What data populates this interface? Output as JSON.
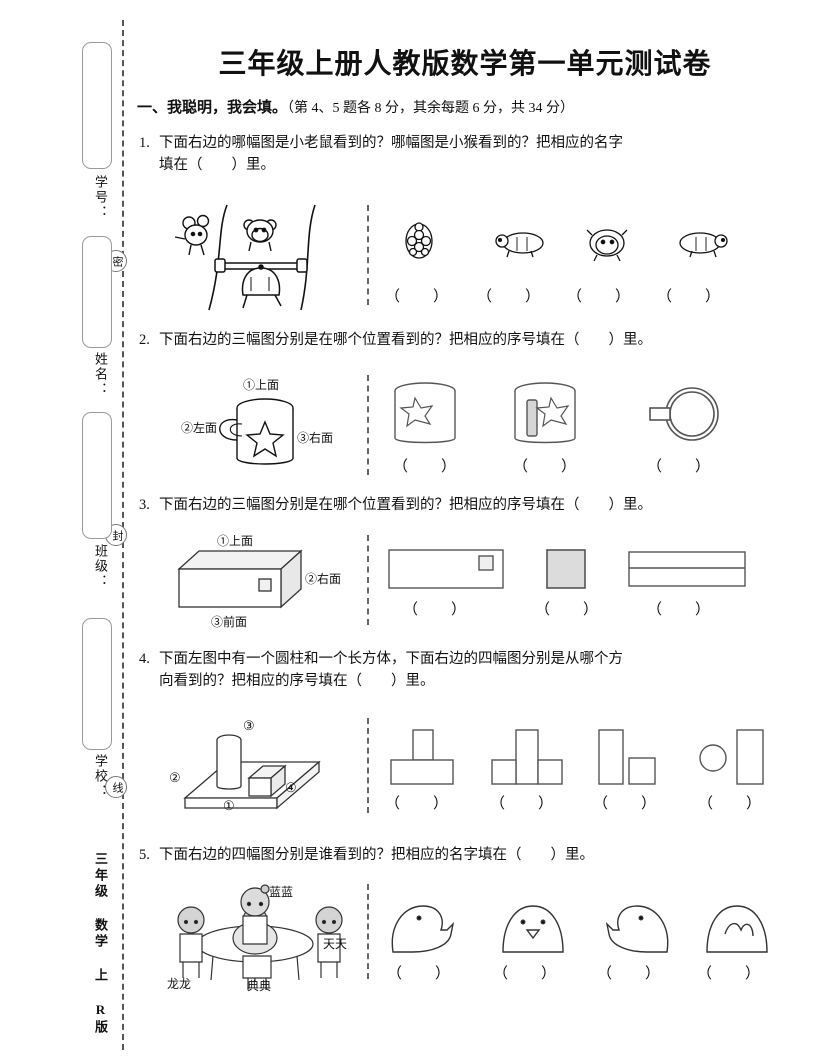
{
  "sidebar": {
    "fields": [
      {
        "label": "学号："
      },
      {
        "label": "姓名："
      },
      {
        "label": "班级："
      },
      {
        "label": "学校："
      }
    ],
    "seal_chars": [
      "密",
      "封",
      "线"
    ],
    "footer": "三年级 数学 上 R版"
  },
  "header": {
    "title": "三年级上册人教版数学第一单元测试卷",
    "section_label": "一、我聪明，我会填。",
    "section_note": "（第 4、5 题各 8 分，其余每题 6 分，共 34 分）"
  },
  "questions": [
    {
      "num": "1.",
      "line1": "下面右边的哪幅图是小老鼠看到的？哪幅图是小猴看到的？把相应的名字",
      "line2": "填在（　　）里。",
      "answers": [
        "（　　）",
        "（　　）",
        "（　　）",
        "（　　）"
      ],
      "scene": "mouse-monkey-watching-turtle-on-swing",
      "figures": [
        "turtle-top-view",
        "turtle-left-side-view",
        "turtle-front-view",
        "turtle-right-side-view"
      ]
    },
    {
      "num": "2.",
      "line1": "下面右边的三幅图分别是在哪个位置看到的？把相应的序号填在（　　）里。",
      "labels": [
        "①上面",
        "②左面",
        "③右面"
      ],
      "answers": [
        "（　　）",
        "（　　）",
        "（　　）"
      ],
      "scene": "mug-with-star",
      "figures": [
        "mug-right-view",
        "mug-left-view-with-handle",
        "mug-top-view"
      ]
    },
    {
      "num": "3.",
      "line1": "下面右边的三幅图分别是在哪个位置看到的？把相应的序号填在（　　）里。",
      "labels": [
        "①上面",
        "②右面",
        "③前面"
      ],
      "answers": [
        "（　　）",
        "（　　）",
        "（　　）"
      ],
      "scene": "cuboid-box-with-small-square",
      "figures": [
        "box-front-view",
        "box-right-view",
        "box-top-view"
      ]
    },
    {
      "num": "4.",
      "line1": "下面左图中有一个圆柱和一个长方体，下面右边的四幅图分别是从哪个方",
      "line2": "向看到的？把相应的序号填在（　　）里。",
      "labels": [
        "①",
        "②",
        "③",
        "④"
      ],
      "answers": [
        "（　　）",
        "（　　）",
        "（　　）",
        "（　　）"
      ],
      "scene": "cylinder-and-cuboid-on-platform",
      "figures": [
        "view-tall-on-wide",
        "view-tall-center-two-low",
        "view-tall-and-small-square",
        "view-circle-and-rectangle"
      ]
    },
    {
      "num": "5.",
      "line1": "下面右边的四幅图分别是谁看到的？把相应的名字填在（　　）里。",
      "names": [
        "蓝蓝",
        "天天",
        "龙龙",
        "典典"
      ],
      "answers": [
        "（　　）",
        "（　　）",
        "（　　）",
        "（　　）"
      ],
      "scene": "four-children-around-table-with-duck",
      "figures": [
        "duck-left-view",
        "duck-front-view",
        "duck-right-view",
        "duck-back-view"
      ]
    }
  ],
  "colors": {
    "ink": "#111111",
    "line": "#555555",
    "shade": "#d9d9d9"
  }
}
